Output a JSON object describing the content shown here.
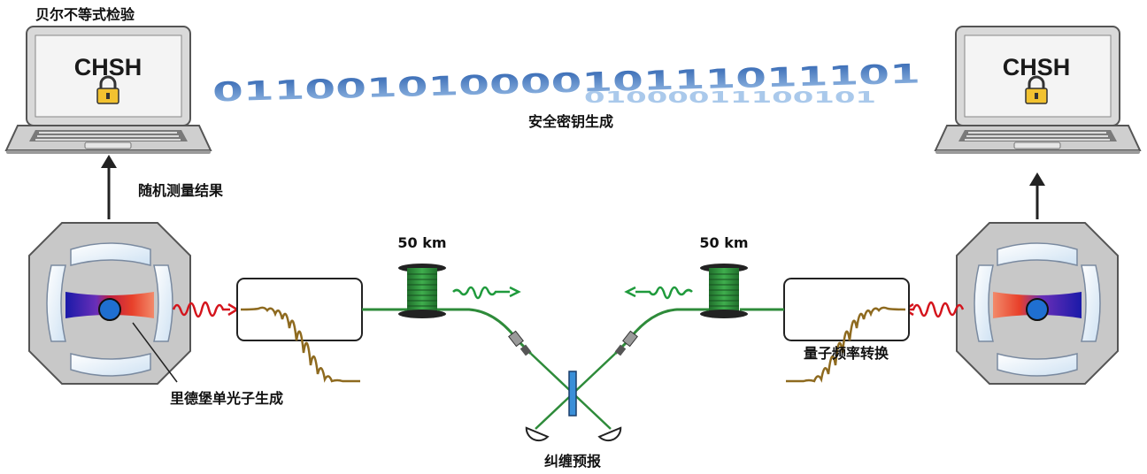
{
  "labels": {
    "bell_test": "贝尔不等式检验",
    "secure_key": "安全密钥生成",
    "random_results": "随机测量结果",
    "rydberg_source": "里德堡单光子生成",
    "freq_conversion": "量子频率转换",
    "heralding": "纠缠预报",
    "fiber_left": "50 km",
    "fiber_right": "50 km"
  },
  "laptops": {
    "left_screen": "CHSH",
    "right_screen": "CHSH"
  },
  "bitstream": {
    "upper": "01100101000010111011101",
    "lower": "01000011100101"
  },
  "colors": {
    "fiber": "#2e8b3a",
    "wave_out": "#d4141c",
    "wave_green": "#1f9a3c",
    "bits": "#3b6fb6",
    "atom": "#1f6fd1",
    "splitter": "#3a8fd8"
  }
}
